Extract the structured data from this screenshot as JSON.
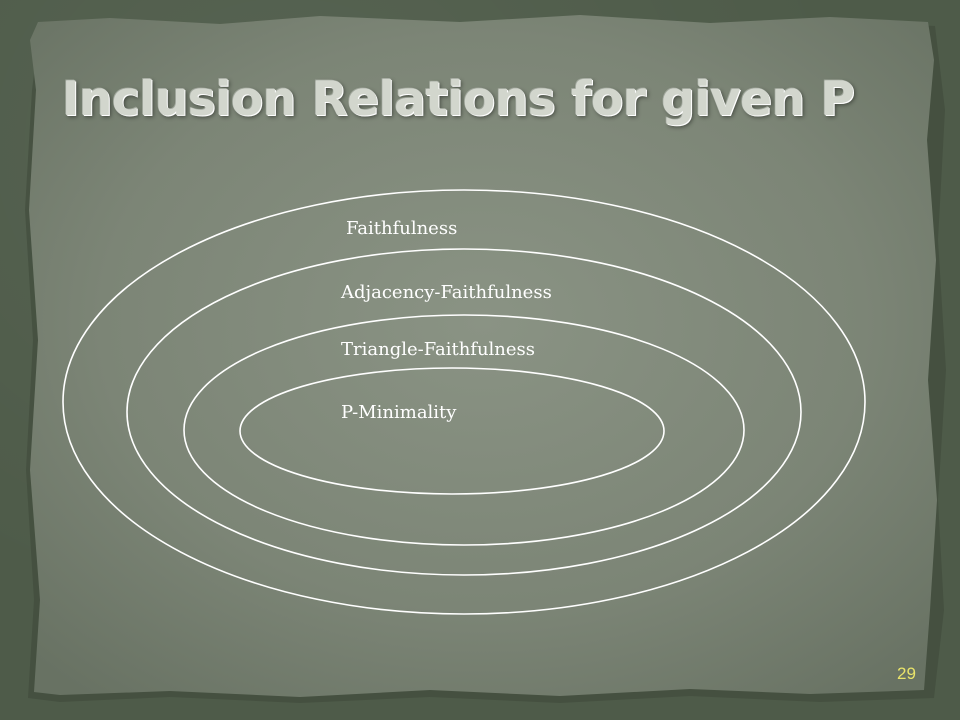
{
  "slide": {
    "title": "Inclusion Relations for given P",
    "page_number": "29"
  },
  "diagram": {
    "type": "nested-inclusion-ellipses",
    "sets": [
      {
        "label": "Faithfulness"
      },
      {
        "label": "Adjacency-Faithfulness"
      },
      {
        "label": "Triangle-Faithfulness"
      },
      {
        "label": "P-Minimality"
      }
    ]
  },
  "colors": {
    "background_border": "#4e5b49",
    "paper": "#7d8677",
    "title": "#d2d6cd",
    "ellipse_stroke": "#ffffff",
    "page_number": "#e9e36a"
  }
}
